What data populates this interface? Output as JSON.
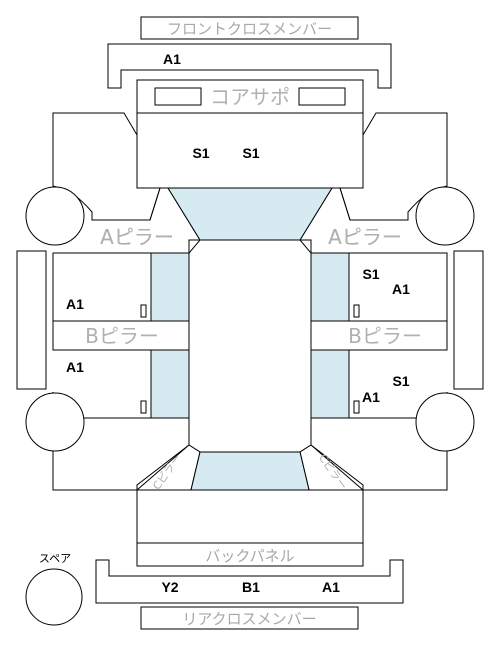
{
  "labels": {
    "front_cross_member": "フロントクロスメンバー",
    "core_support": "コアサポ",
    "a_pillar_left": "Aピラー",
    "a_pillar_right": "Aピラー",
    "b_pillar_left": "Bピラー",
    "b_pillar_right": "Bピラー",
    "c_pillar_left": "Cピラー",
    "c_pillar_right": "Cピラー",
    "back_panel": "バックパネル",
    "rear_cross_member": "リアクロスメンバー",
    "spare": "スペア"
  },
  "codes": {
    "front": "A1",
    "core_left": "S1",
    "core_right": "S1",
    "front_door_left": "A1",
    "rear_door_left": "A1",
    "front_door_right_s": "S1",
    "front_door_right_a": "A1",
    "rear_door_right_s": "S1",
    "rear_door_right_a": "A1",
    "rear_1": "Y2",
    "rear_2": "B1",
    "rear_3": "A1"
  }
}
